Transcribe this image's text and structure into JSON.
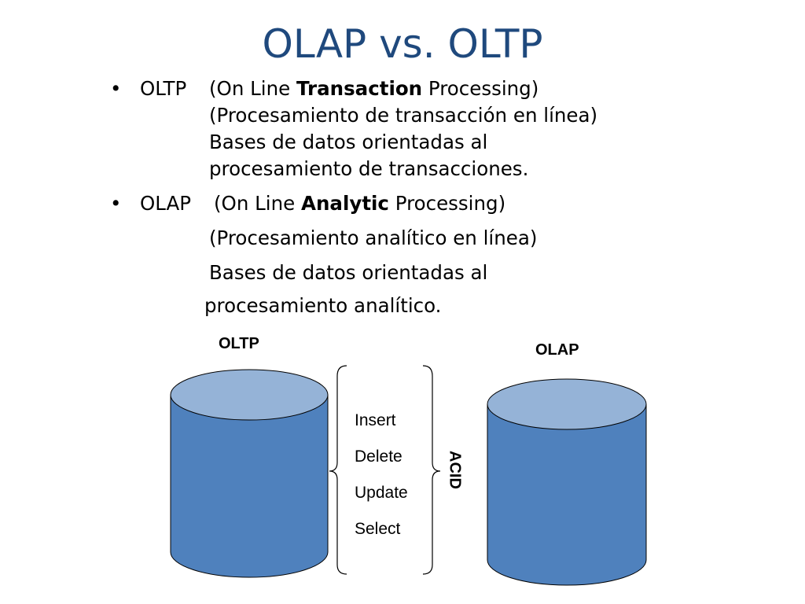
{
  "slide": {
    "title": "OLAP vs. OLTP"
  },
  "bullets": [
    {
      "term": "OLTP",
      "open": "(On Line ",
      "bold": "Transaction",
      "close": " Processing)",
      "lines": [
        "(Procesamiento de transacción en línea)",
        "Bases de datos orientadas al",
        "procesamiento de transacciones."
      ]
    },
    {
      "term": "OLAP",
      "open": "(On Line ",
      "bold": "Analytic",
      "close": " Processing)",
      "lines": [
        "(Procesamiento analítico en línea)",
        "Bases de datos orientadas al",
        "procesamiento analítico."
      ]
    }
  ],
  "diagram": {
    "oltp_label": "OLTP",
    "olap_label": "OLAP",
    "operations": [
      "Insert",
      "Delete",
      "Update",
      "Select"
    ],
    "acid_label": "ACID",
    "colors": {
      "cylinder_body": "#4f81bd",
      "cylinder_top": "#95b3d7",
      "outline": "#000000",
      "title": "#1f497d"
    }
  }
}
